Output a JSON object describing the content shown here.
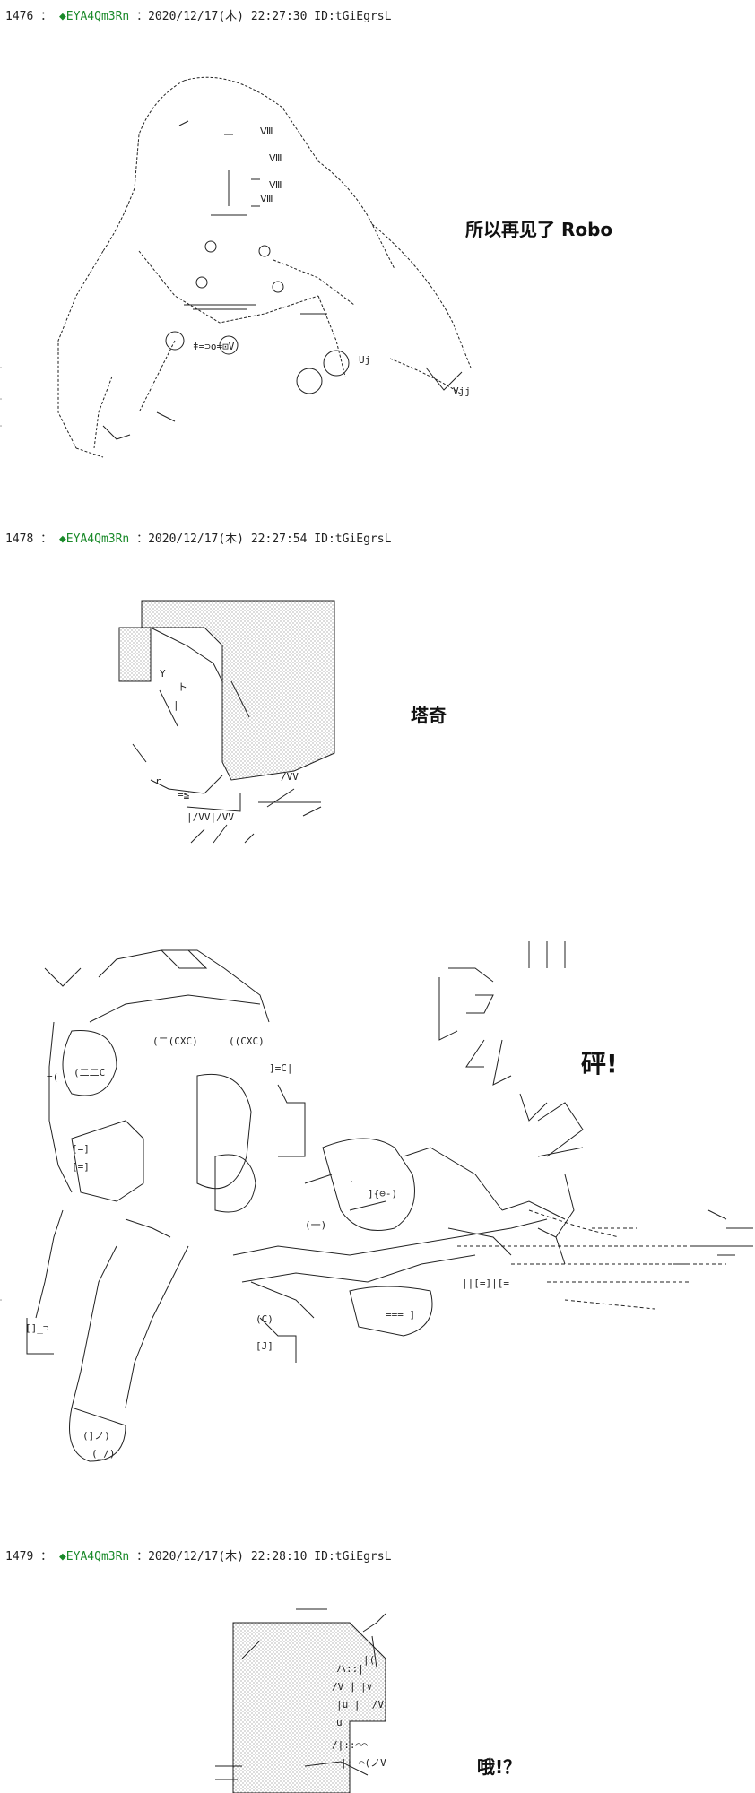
{
  "posts": [
    {
      "number": "1476",
      "sep": "：",
      "trip": "◆EYA4Qm3Rn",
      "datetime": "：2020/12/17(木) 22:27:30",
      "id": "ID:tGiEgrsL",
      "caption": "所以再见了 Robo"
    },
    {
      "number": "1478",
      "sep": "：",
      "trip": "◆EYA4Qm3Rn",
      "datetime": "：2020/12/17(木) 22:27:54",
      "id": "ID:tGiEgrsL",
      "caption": "塔奇"
    },
    {
      "caption": "砰!"
    },
    {
      "number": "1479",
      "sep": "：",
      "trip": "◆EYA4Qm3Rn",
      "datetime": "：2020/12/17(木) 22:28:10",
      "id": "ID:tGiEgrsL",
      "caption": "哦!？"
    }
  ]
}
